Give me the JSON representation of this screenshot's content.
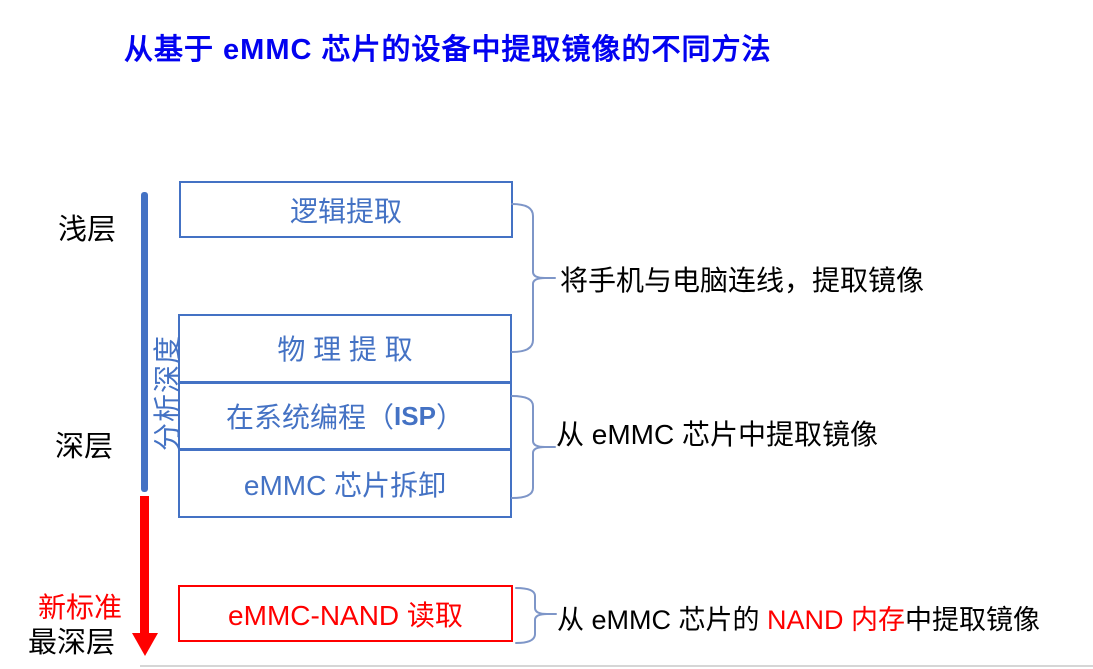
{
  "title": "从基于 eMMC 芯片的设备中提取镜像的不同方法",
  "depth_axis": {
    "shallow": "浅层",
    "deep": "深层",
    "new_standard": "新标准",
    "deepest": "最深层",
    "axis_label": "分析深度"
  },
  "methods": {
    "logical": "逻辑提取",
    "physical": "物 理 提 取",
    "isp_prefix": "在系统编程（",
    "isp_acronym": "ISP",
    "isp_suffix": "）",
    "chip_off": "eMMC 芯片拆卸",
    "nand_read": "eMMC-NAND 读取"
  },
  "annotations": {
    "logical_physical": "将手机与电脑连线，提取镜像",
    "isp_chipoff": "从 eMMC 芯片中提取镜像",
    "nand_prefix": "从 eMMC 芯片的 ",
    "nand_highlight": "NAND 内存",
    "nand_suffix": "中提取镜像"
  },
  "colors": {
    "title_blue": "#0202F0",
    "box_blue": "#4472C4",
    "brace_blue": "#7E96C8",
    "alert_red": "#FF0000",
    "text_black": "#000000"
  }
}
